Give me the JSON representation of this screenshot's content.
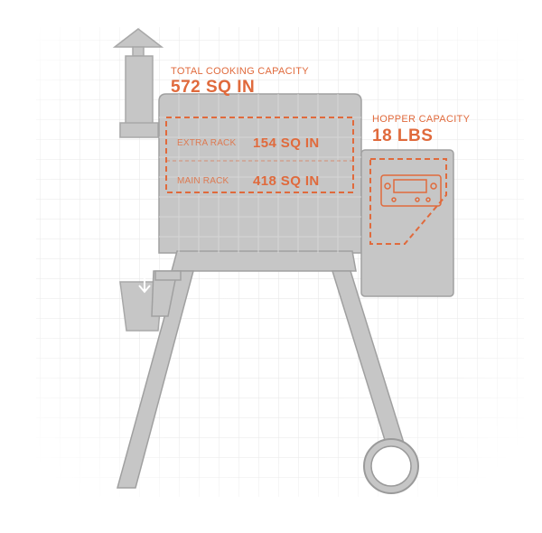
{
  "labels": {
    "total_capacity_title": "TOTAL COOKING CAPACITY",
    "total_capacity_value": "572 SQ IN",
    "hopper_capacity_title": "HOPPER CAPACITY",
    "hopper_capacity_value": "18 LBS",
    "extra_rack_title": "EXTRA RACK",
    "extra_rack_value": "154 SQ IN",
    "main_rack_title": "MAIN RACK",
    "main_rack_value": "418 SQ IN"
  },
  "colors": {
    "accent": "#e06a3c",
    "grill_fill": "#c6c6c6",
    "grill_stroke": "#9a9a9a",
    "grid": "#e4e4e4",
    "background": "#ffffff"
  }
}
